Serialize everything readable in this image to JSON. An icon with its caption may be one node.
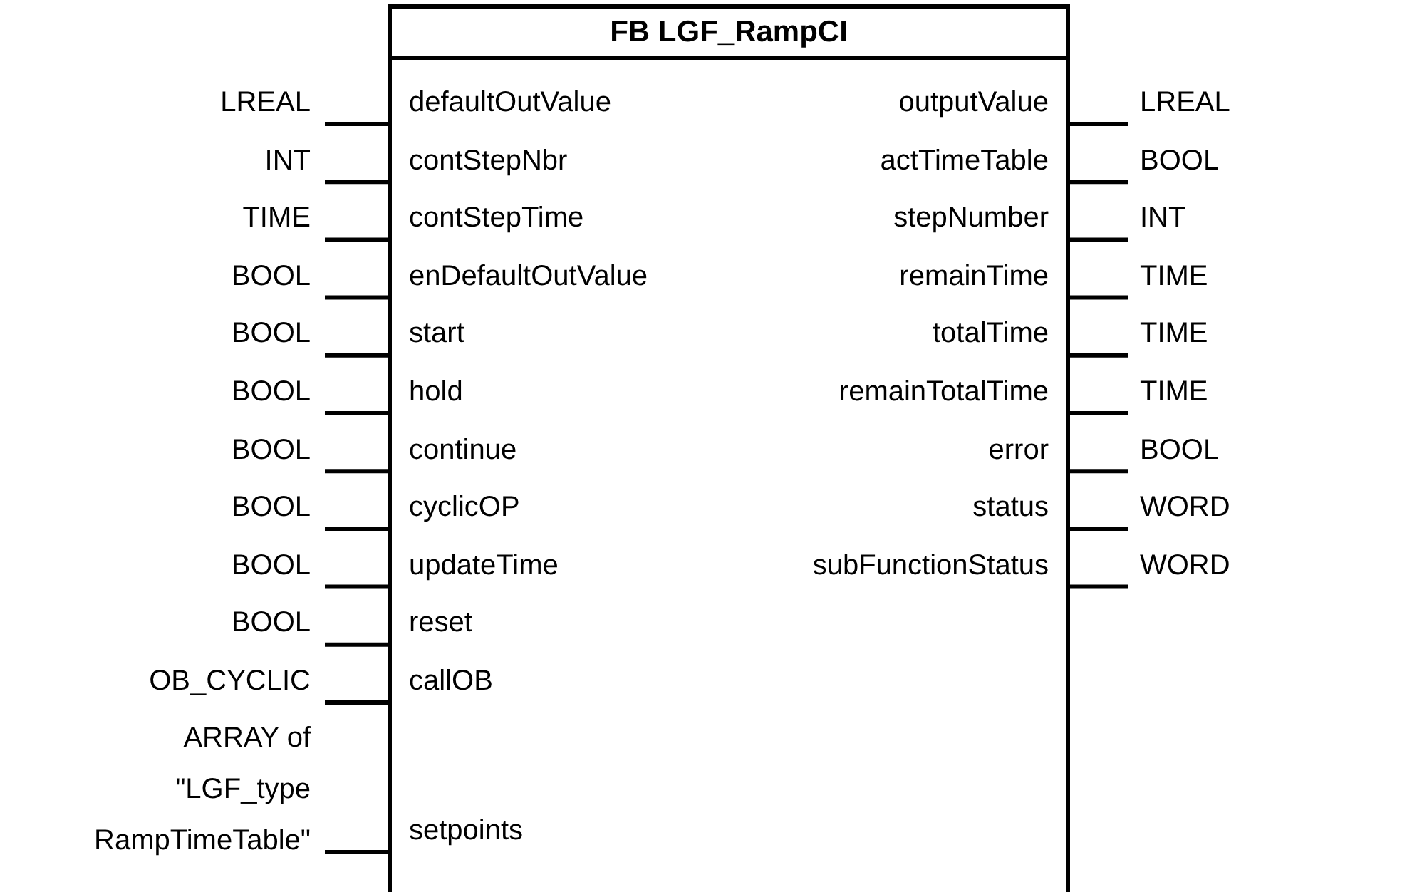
{
  "diagram": {
    "nodes": [
      {
        "text": [
          "FB LGF_RampCI"
        ]
      },
      {
        "text": [
          "LREAL"
        ]
      },
      {
        "text": [
          "defaultOutValue"
        ],
        "in": 0
      },
      {
        "text": [
          "outputValue"
        ],
        "in": 0
      },
      {
        "text": [
          "LREAL"
        ]
      },
      {
        "text": [
          "INT"
        ]
      },
      {
        "text": [
          "contStepNbr"
        ],
        "in": 0
      },
      {
        "text": [
          "actTimeTable"
        ],
        "in": 0
      },
      {
        "text": [
          "BOOL"
        ]
      },
      {
        "text": [
          "TIME"
        ]
      },
      {
        "text": [
          "contStepTime"
        ],
        "in": 0
      },
      {
        "text": [
          "stepNumber"
        ],
        "in": 0
      },
      {
        "text": [
          "INT"
        ]
      },
      {
        "text": [
          "BOOL"
        ]
      },
      {
        "text": [
          "enDefaultOutValue"
        ],
        "in": 0
      },
      {
        "text": [
          "remainTime"
        ],
        "in": 0
      },
      {
        "text": [
          "TIME"
        ]
      },
      {
        "text": [
          "BOOL"
        ]
      },
      {
        "text": [
          "start"
        ],
        "in": 0
      },
      {
        "text": [
          "totalTime"
        ],
        "in": 0
      },
      {
        "text": [
          "TIME"
        ]
      },
      {
        "text": [
          "BOOL"
        ]
      },
      {
        "text": [
          "hold"
        ],
        "in": 0
      },
      {
        "text": [
          "remainTotalTime"
        ],
        "in": 0
      },
      {
        "text": [
          "TIME"
        ]
      },
      {
        "text": [
          "BOOL"
        ]
      },
      {
        "text": [
          "continue"
        ],
        "in": 0
      },
      {
        "text": [
          "error"
        ],
        "in": 0
      },
      {
        "text": [
          "BOOL"
        ]
      },
      {
        "text": [
          "BOOL"
        ]
      },
      {
        "text": [
          "cyclicOP"
        ],
        "in": 0
      },
      {
        "text": [
          "status"
        ],
        "in": 0
      },
      {
        "text": [
          "WORD"
        ]
      },
      {
        "text": [
          "BOOL"
        ]
      },
      {
        "text": [
          "updateTime"
        ],
        "in": 0
      },
      {
        "text": [
          "subFunctionStatus"
        ],
        "in": 0
      },
      {
        "text": [
          "WORD"
        ]
      },
      {
        "text": [
          "BOOL"
        ]
      },
      {
        "text": [
          "reset"
        ],
        "in": 0
      },
      {
        "text": [
          "OB_CYCLIC"
        ]
      },
      {
        "text": [
          "callOB"
        ],
        "in": 0
      },
      {
        "text": [
          "ARRAY of \"LGF_type RampTimeTable\""
        ]
      },
      {
        "text": [
          "setpoints"
        ],
        "in": 0
      }
    ],
    "edges": [
      {
        "from": 1,
        "to": 2,
        "arrow": "none"
      },
      {
        "from": 3,
        "to": 4,
        "arrow": "none"
      },
      {
        "from": 5,
        "to": 6,
        "arrow": "none"
      },
      {
        "from": 7,
        "to": 8,
        "arrow": "none"
      },
      {
        "from": 9,
        "to": 10,
        "arrow": "none"
      },
      {
        "from": 11,
        "to": 12,
        "arrow": "none"
      },
      {
        "from": 13,
        "to": 14,
        "arrow": "none"
      },
      {
        "from": 15,
        "to": 16,
        "arrow": "none"
      },
      {
        "from": 17,
        "to": 18,
        "arrow": "none"
      },
      {
        "from": 19,
        "to": 20,
        "arrow": "none"
      },
      {
        "from": 21,
        "to": 22,
        "arrow": "none"
      },
      {
        "from": 23,
        "to": 24,
        "arrow": "none"
      },
      {
        "from": 25,
        "to": 26,
        "arrow": "none"
      },
      {
        "from": 27,
        "to": 28,
        "arrow": "none"
      },
      {
        "from": 29,
        "to": 30,
        "arrow": "none"
      },
      {
        "from": 31,
        "to": 32,
        "arrow": "none"
      },
      {
        "from": 33,
        "to": 34,
        "arrow": "none"
      },
      {
        "from": 35,
        "to": 36,
        "arrow": "none"
      },
      {
        "from": 37,
        "to": 38,
        "arrow": "none"
      },
      {
        "from": 39,
        "to": 40,
        "arrow": "none"
      },
      {
        "from": 41,
        "to": 42,
        "arrow": "none"
      }
    ]
  }
}
